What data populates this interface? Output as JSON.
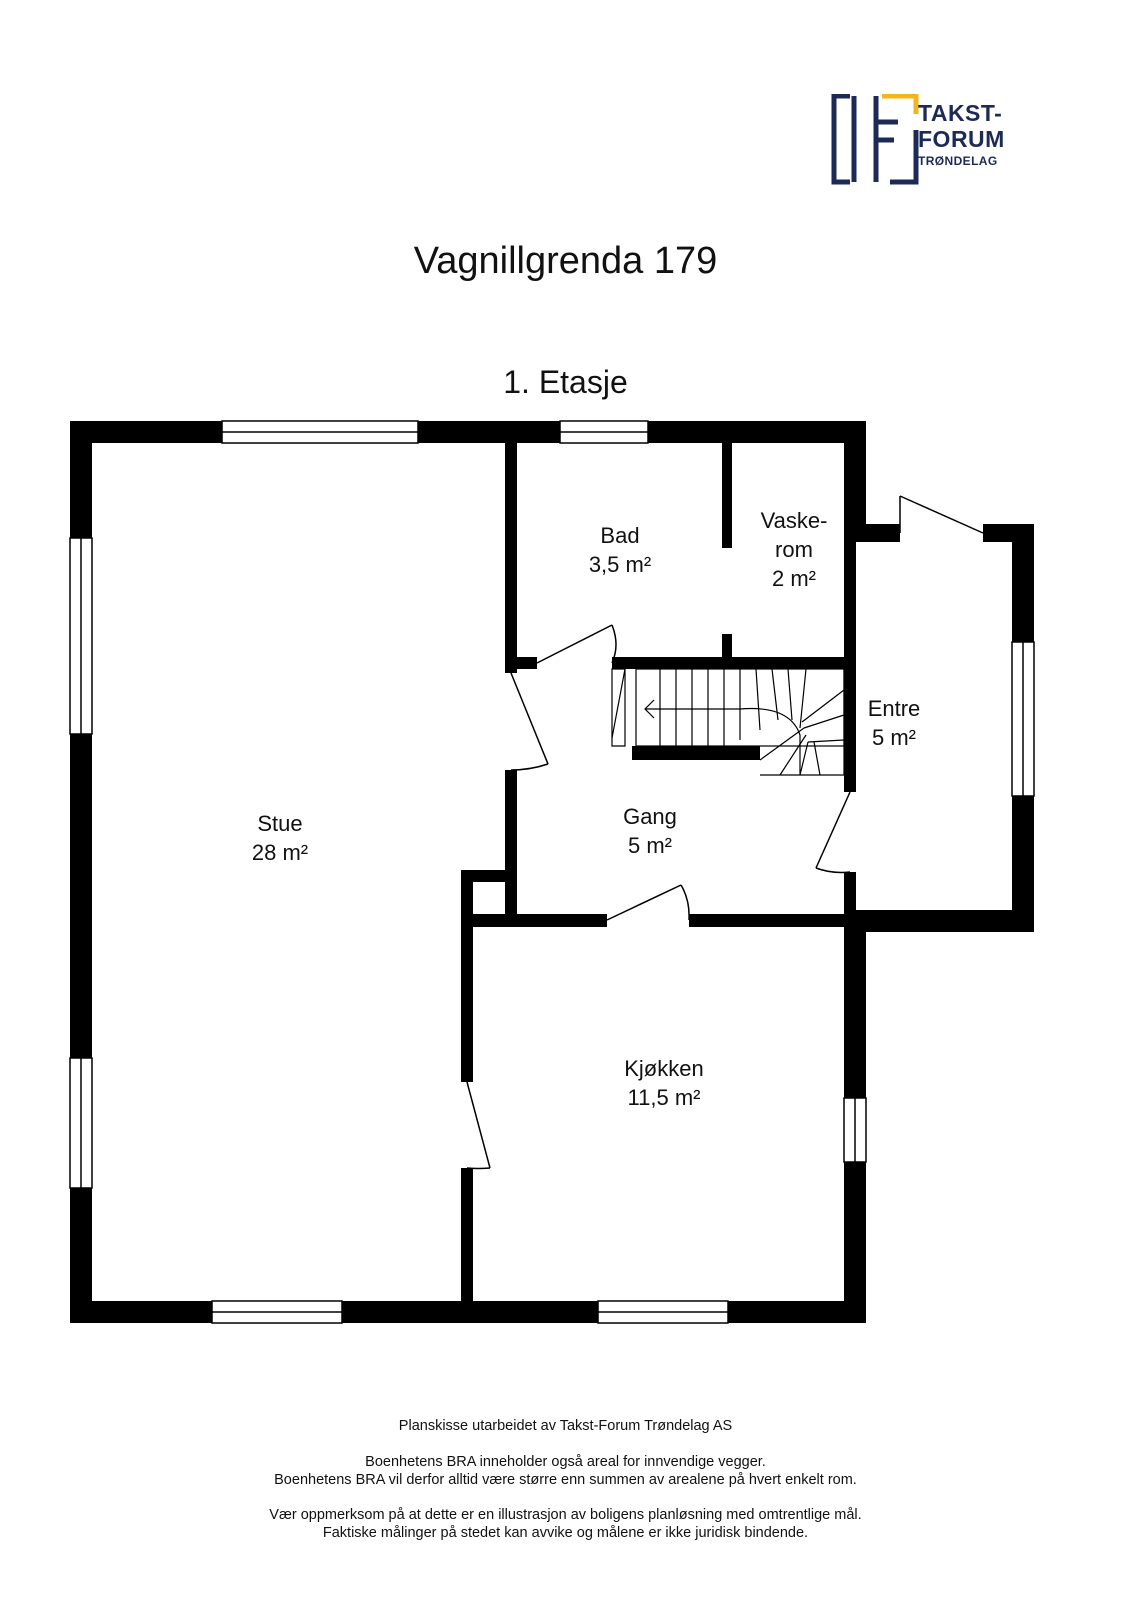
{
  "logo": {
    "line1": "TAKST-",
    "line2": "FORUM",
    "line3": "TRØNDELAG",
    "colors": {
      "navy": "#1d2a55",
      "gold": "#f2b51c"
    }
  },
  "title": "Vagnillgrenda 179",
  "floor": "1. Etasje",
  "rooms": {
    "stue": {
      "name": "Stue",
      "area": "28 m²"
    },
    "bad": {
      "name": "Bad",
      "area": "3,5 m²"
    },
    "vaskerom": {
      "name": "Vaske-",
      "name2": "rom",
      "area": "2 m²"
    },
    "entre": {
      "name": "Entre",
      "area": "5 m²"
    },
    "gang": {
      "name": "Gang",
      "area": "5 m²"
    },
    "kjokken": {
      "name": "Kjøkken",
      "area": "11,5 m²"
    }
  },
  "footer": {
    "line1": "Planskisse utarbeidet av Takst-Forum Trøndelag AS",
    "line2": "Boenhetens BRA inneholder også areal for innvendige vegger.",
    "line3": "Boenhetens BRA vil derfor alltid være større enn summen av arealene på hvert enkelt rom.",
    "line4": "Vær oppmerksom på at dette er en illustrasjon av boligens planløsning med omtrentlige mål.",
    "line5": "Faktiske målinger på stedet kan avvike og målene er ikke juridisk bindende."
  },
  "colors": {
    "wall": "#000000",
    "background": "#ffffff"
  }
}
